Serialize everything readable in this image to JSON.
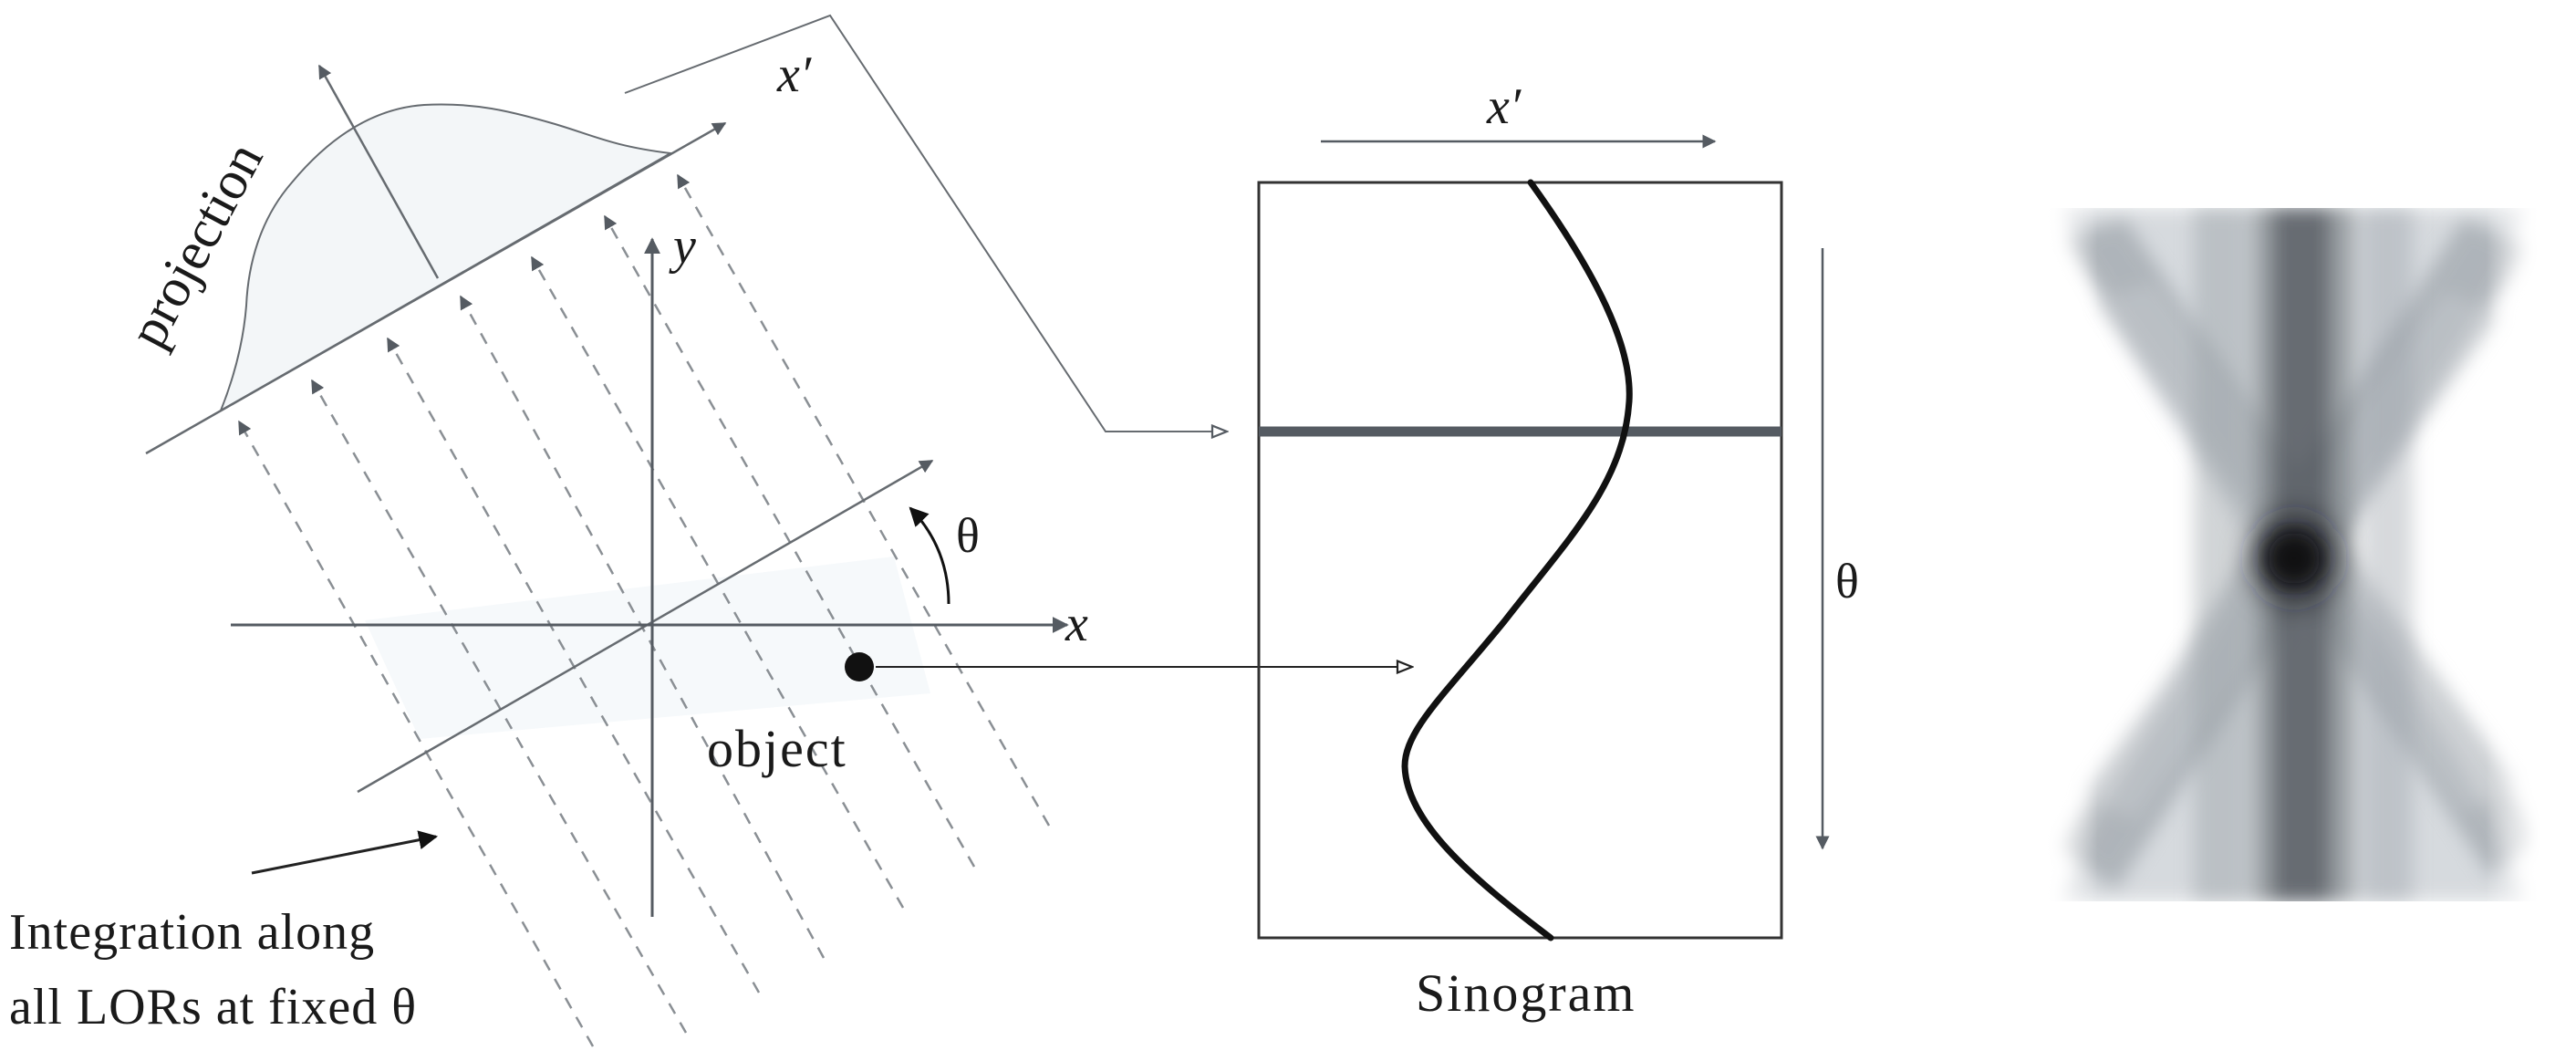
{
  "labels": {
    "projection": "projection",
    "x_prime_detector": "x′",
    "y_axis": "y",
    "x_axis": "x",
    "theta_rotation": "θ",
    "object": "object",
    "integration_line1": "Integration along",
    "integration_line2": "all LORs at fixed θ",
    "sinogram_x_prime": "x′",
    "sinogram_theta": "θ",
    "sinogram_caption": "Sinogram"
  },
  "colors": {
    "axis": "#555b62",
    "dashed": "#8a8f94",
    "projection_fill": "#f3f6f8",
    "object_region": "#f5f8fa",
    "sinogram_curve": "#111111",
    "selected_row": "#555b62",
    "dot": "#111111"
  }
}
